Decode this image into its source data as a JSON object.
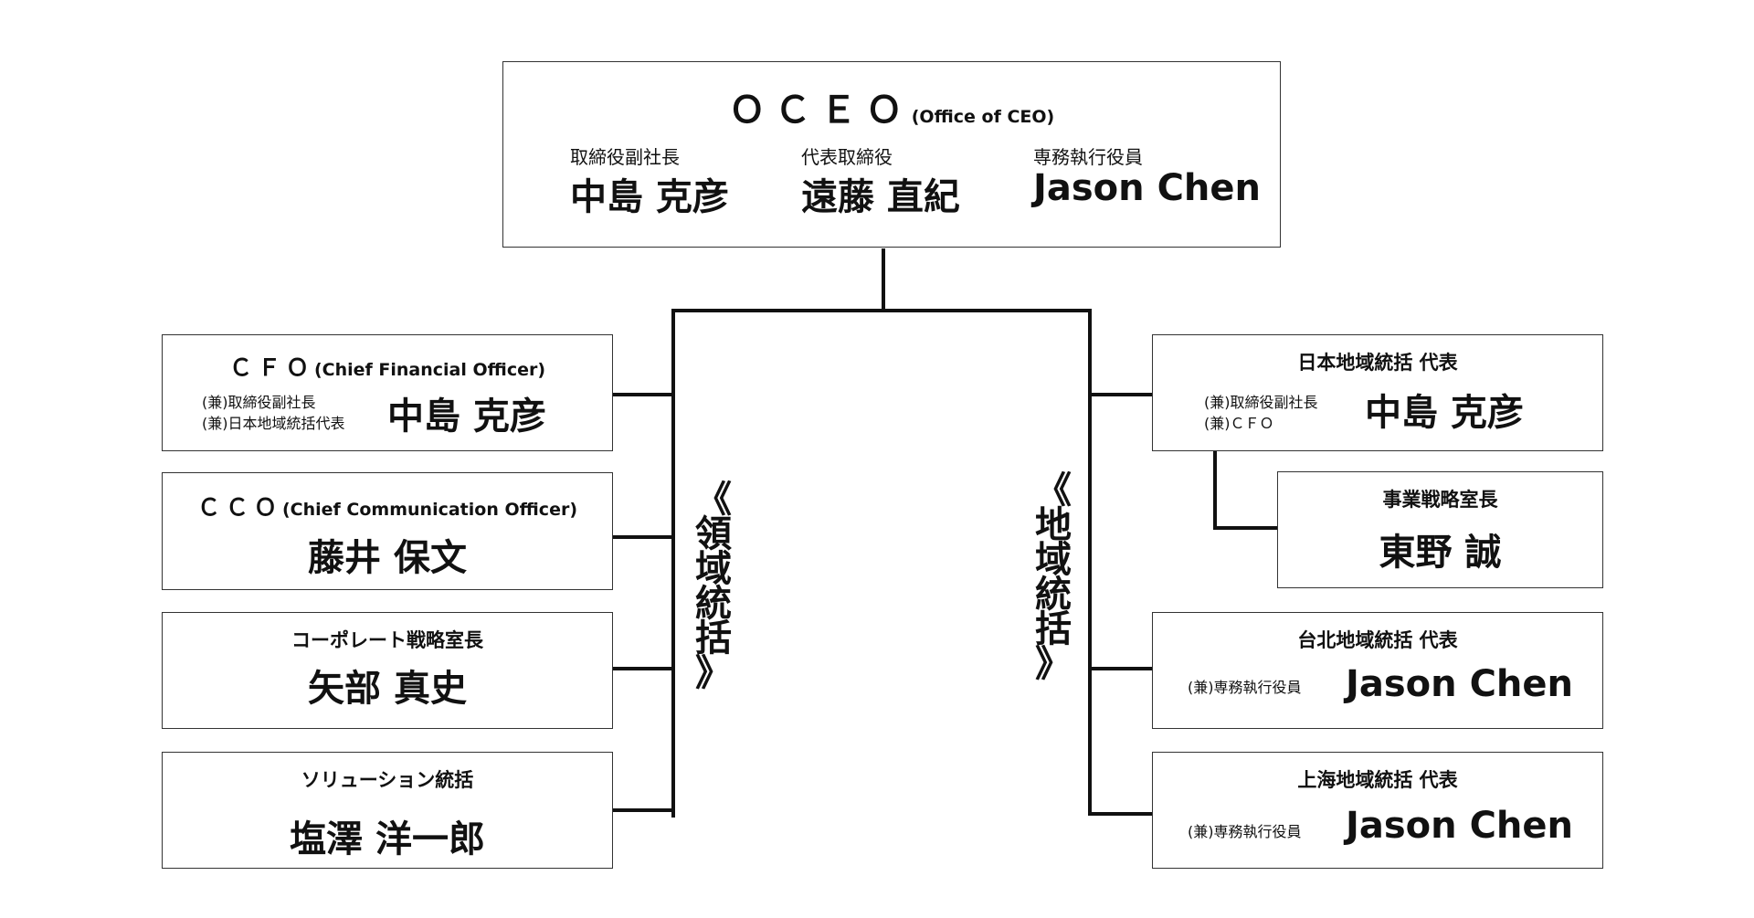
{
  "ceo": {
    "title": "ＯＣＥＯ",
    "subtitle": "(Office of CEO)",
    "members": [
      {
        "role": "取締役副社長",
        "name": "中島 克彦"
      },
      {
        "role": "代表取締役",
        "name": "遠藤 直紀"
      },
      {
        "role": "専務執行役員",
        "name": "Jason Chen"
      }
    ]
  },
  "domain_label": [
    "《",
    "領",
    "域",
    "統",
    "括",
    "》"
  ],
  "region_label": [
    "《",
    "地",
    "域",
    "統",
    "括",
    "》"
  ],
  "cfo": {
    "title": "ＣＦＯ",
    "subtitle": "(Chief Financial Officer)",
    "role_line1": "(兼)取締役副社長",
    "role_line2": "(兼)日本地域統括代表",
    "name": "中島 克彦"
  },
  "cco": {
    "title": "ＣＣＯ",
    "subtitle": "(Chief Communication Officer)",
    "name": "藤井 保文"
  },
  "corporate": {
    "title": "コーポレート戦略室長",
    "name": "矢部 真史"
  },
  "solution": {
    "title": "ソリューション統括",
    "name": "塩澤 洋一郎"
  },
  "japan": {
    "title": "日本地域統括 代表",
    "role_line1": "(兼)取締役副社長",
    "role_line2": "(兼)ＣＦＯ",
    "name": "中島 克彦"
  },
  "business": {
    "title": "事業戦略室長",
    "name": "東野 誠"
  },
  "taipei": {
    "title": "台北地域統括 代表",
    "role": "(兼)専務執行役員",
    "name": "Jason Chen"
  },
  "shanghai": {
    "title": "上海地域統括 代表",
    "role": "(兼)専務執行役員",
    "name": "Jason Chen"
  }
}
